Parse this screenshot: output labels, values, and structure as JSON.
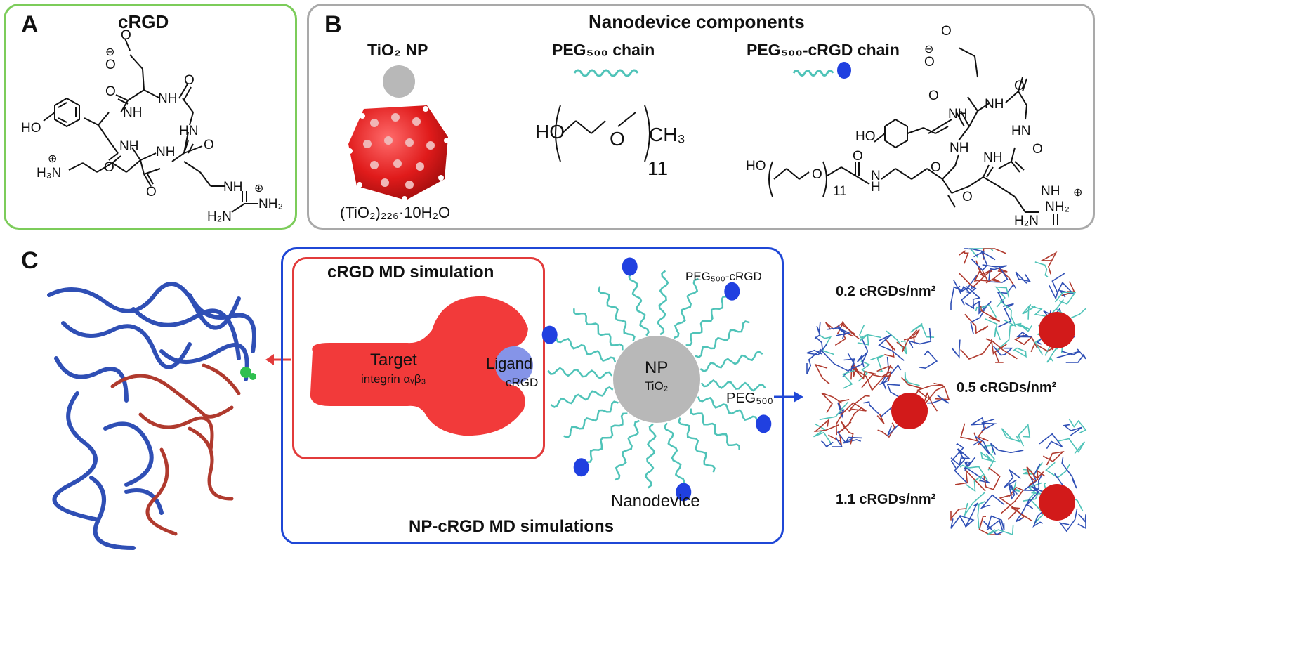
{
  "panelA": {
    "letter": "A",
    "title": "cRGD",
    "atoms": {
      "o_minus": "O",
      "oh": "HO",
      "nh3": "H₃N",
      "nh_a": "NH",
      "nh_b": "NH",
      "nh_c": "NH",
      "nh_d": "NH",
      "hn": "HN",
      "o_1": "O",
      "o_2": "O",
      "o_3": "O",
      "o_4": "O",
      "o_5": "O",
      "h2n": "H₂N",
      "nh2": "NH₂",
      "o_top": "O"
    },
    "charges": {
      "minus": "⊖",
      "plus1": "⊕",
      "plus2": "⊕"
    }
  },
  "panelB": {
    "letter": "B",
    "title": "Nanodevice components",
    "tio2_label": "TiO₂ NP",
    "tio2_formula": "(TiO₂)₂₂₆·10H₂O",
    "peg_label": "PEG₅₀₀ chain",
    "peg_formula": {
      "ho": "HO",
      "o": "O",
      "ch3": "CH₃",
      "n": "11"
    },
    "pegcrgd_label": "PEG₅₀₀-cRGD chain",
    "pegcrgd_atoms": {
      "ho1": "HO",
      "ho2": "HO",
      "o": "O",
      "n": "11",
      "h": "H",
      "n_h": "N",
      "o_ket": "O"
    }
  },
  "panelC": {
    "letter": "C",
    "cRGD_box_title": "cRGD MD simulation",
    "target_label": "Target",
    "target_sub": "integrin αᵥβ₃",
    "ligand_label": "Ligand",
    "ligand_sub": "cRGD",
    "np_label": "NP",
    "np_sub": "TiO₂",
    "peg500_label": "PEG₅₀₀",
    "pegcrgd_label": "PEG₅₀₀-cRGD",
    "nanodevice_label": "Nanodevice",
    "outer_box_title": "NP-cRGD MD simulations",
    "densities": [
      "0.2 cRGDs/nm²",
      "0.5 cRGDs/nm²",
      "1.1 cRGDs/nm²"
    ]
  },
  "colors": {
    "green_border": "#7ccc5a",
    "gray_border": "#a9a9a9",
    "blue_border": "#1f47d6",
    "red_box": "#e23b3b",
    "target_red": "#f23a3a",
    "ligand_blue": "#8594e8",
    "np_gray": "#b8b8b8",
    "peg_teal": "#4fc3b8",
    "crgd_blue": "#2040e0",
    "protein_blue": "#2f4fb5",
    "protein_red": "#b03a2e"
  }
}
